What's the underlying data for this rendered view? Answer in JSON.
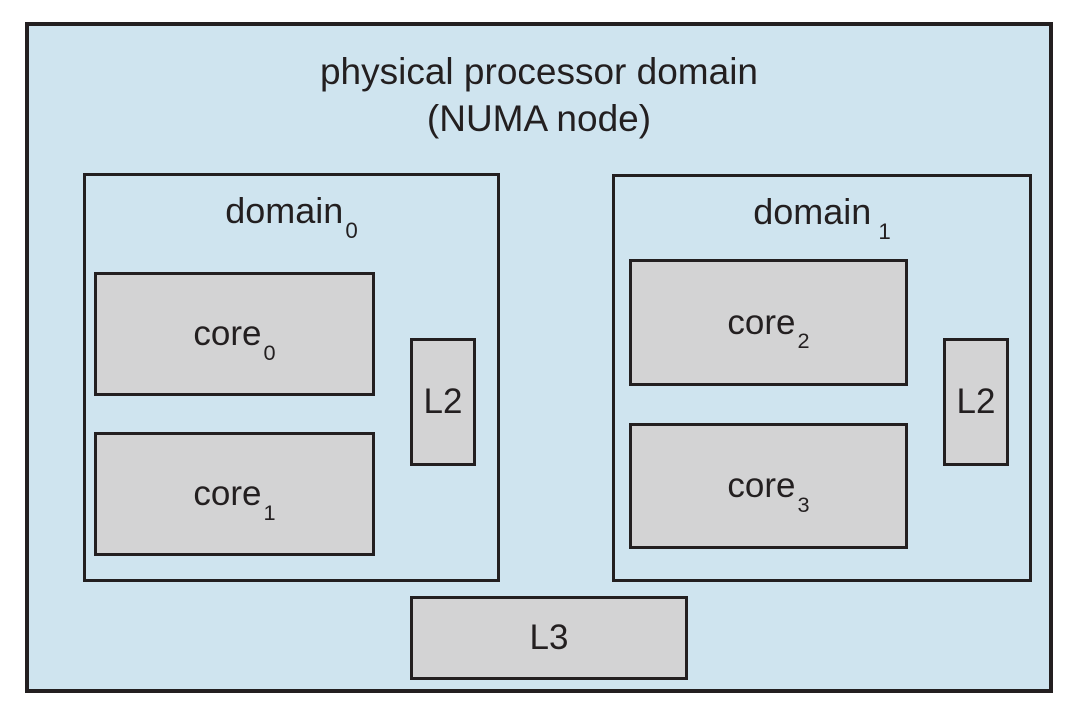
{
  "diagram": {
    "title": {
      "line1": "physical processor domain",
      "line2": "(NUMA node)"
    },
    "domains": [
      {
        "label": {
          "base": "domain",
          "sub": "0"
        },
        "cores": [
          {
            "base": "core",
            "sub": "0"
          },
          {
            "base": "core",
            "sub": "1"
          }
        ],
        "l2_label": "L2"
      },
      {
        "label": {
          "base": "domain",
          "sub": "1"
        },
        "cores": [
          {
            "base": "core",
            "sub": "2"
          },
          {
            "base": "core",
            "sub": "3"
          }
        ],
        "l2_label": "L2"
      }
    ],
    "l3_label": "L3",
    "colors": {
      "background": "#cfe4ef",
      "box_fill": "#d3d3d4",
      "border": "#231f20",
      "text": "#231f20"
    }
  }
}
